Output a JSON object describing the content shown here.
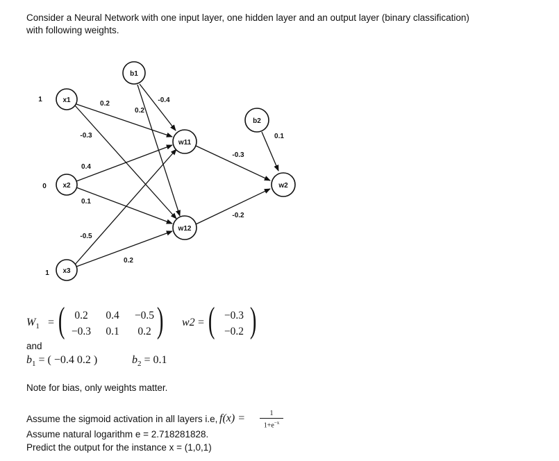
{
  "intro": {
    "line1": "Consider a Neural Network with one input layer, one hidden layer and an output layer (binary classification)",
    "line2": "with following weights."
  },
  "diagram": {
    "nodes": {
      "x1": "x1",
      "x2": "x2",
      "x3": "x3",
      "b1": "b1",
      "w11": "w11",
      "w12": "w12",
      "b2": "b2",
      "w2": "w2"
    },
    "inputs": {
      "x1": "1",
      "x2": "0",
      "x3": "1"
    },
    "edge_labels": {
      "x1_w11": "0.2",
      "x1_w12": "-0.3",
      "x2_w11": "0.4",
      "x2_w12": "0.1",
      "x3_w11": "-0.5",
      "x3_w12": "0.2",
      "b1_w11": "-0.4",
      "b1_w12": "0.2",
      "w11_w2": "-0.3",
      "w12_w2": "-0.2",
      "b2_w2": "0.1"
    }
  },
  "equations": {
    "w1_label": "W",
    "w1_sub": "1",
    "eq": "=",
    "w1_matrix": [
      [
        "0.2",
        "0.4",
        "−0.5"
      ],
      [
        "−0.3",
        "0.1",
        "0.2"
      ]
    ],
    "w2_label": "w2",
    "w2_vector": [
      "−0.3",
      "−0.2"
    ],
    "and": "and",
    "b1_expr": "b",
    "b1_sub": "1",
    "b1_value": "= ( −0.4   0.2 )",
    "b2_expr": "b",
    "b2_sub": "2",
    "b2_value": "= 0.1"
  },
  "notes": {
    "bias_note": "Note for bias, only weights matter.",
    "sigmoid_text": "Assume the sigmoid activation in all layers i.e,",
    "sigmoid_fx": "f(x) =",
    "sigmoid_num": "1",
    "sigmoid_den": "1+e",
    "sigmoid_exp": "−x",
    "log_note": "Assume natural logarithm e = 2.718281828.",
    "predict": "Predict the output for the instance x = (1,0,1)"
  }
}
